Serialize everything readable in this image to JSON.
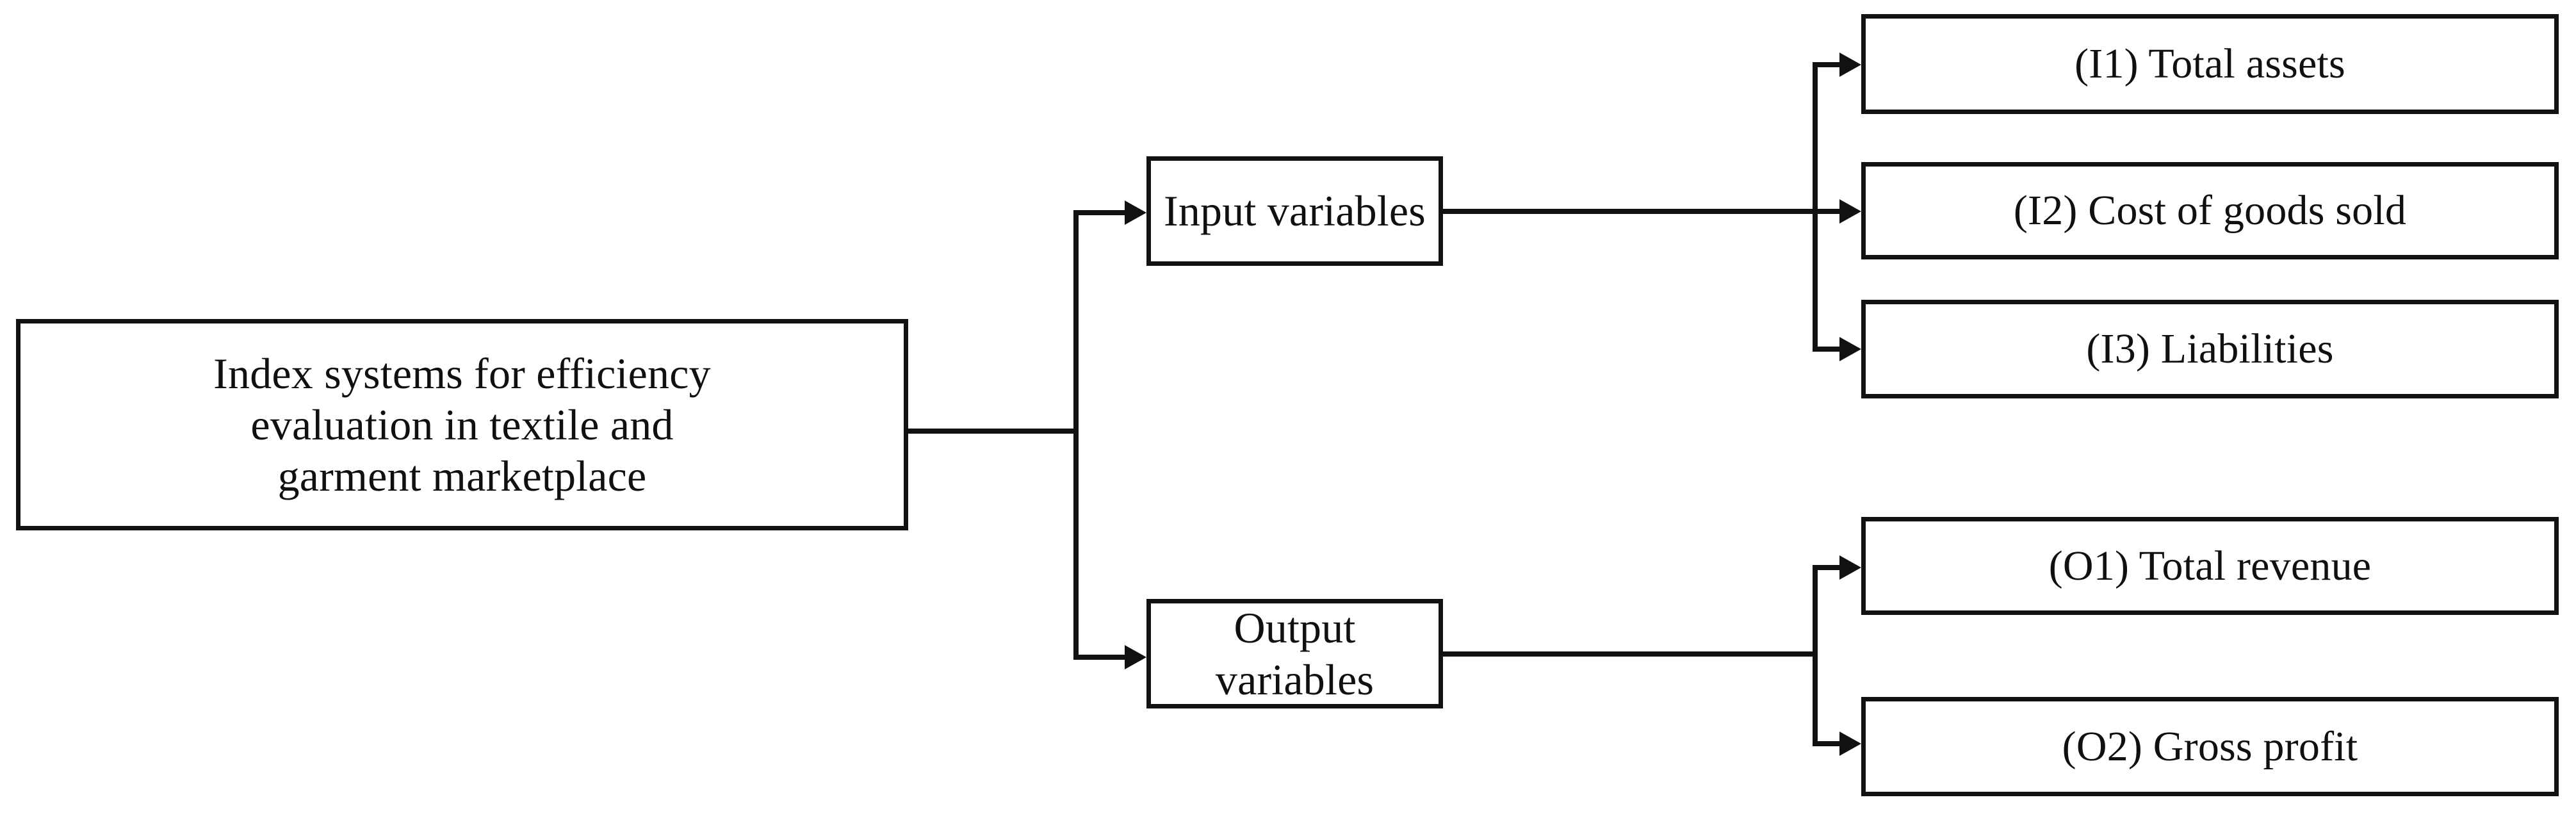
{
  "diagram": {
    "type": "tree-flowchart",
    "orientation": "left-to-right",
    "root": {
      "id": "root",
      "label": "Index systems for efficiency\nevaluation in textile and\ngarment marketplace"
    },
    "groups": [
      {
        "id": "input-group",
        "label": "Input variables",
        "children": [
          {
            "id": "i1",
            "code": "I1",
            "label": "(I1) Total assets"
          },
          {
            "id": "i2",
            "code": "I2",
            "label": "(I2) Cost of goods sold"
          },
          {
            "id": "i3",
            "code": "I3",
            "label": "(I3) Liabilities"
          }
        ]
      },
      {
        "id": "output-group",
        "label": "Output variables",
        "children": [
          {
            "id": "o1",
            "code": "O1",
            "label": "(O1) Total revenue"
          },
          {
            "id": "o2",
            "code": "O2",
            "label": "(O2) Gross profit"
          }
        ]
      }
    ],
    "colors": {
      "background": "#ffffff",
      "box_fill": "#ffffff",
      "box_border": "#111111",
      "connector": "#111111",
      "text": "#101010"
    }
  }
}
